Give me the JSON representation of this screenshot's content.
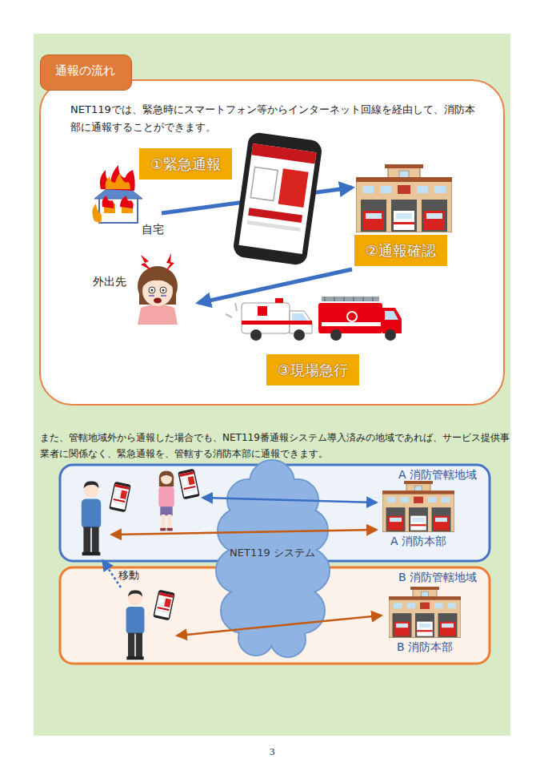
{
  "diagram": {
    "title": "通報の流れ",
    "nodes": [
      {
        "text": [
          "NET119では、緊急時にスマートフォン等からインターネット回線を経由して、消防本部に通報することができます。"
        ]
      },
      {
        "text": [
          "①緊急通報"
        ],
        "in": 0
      },
      {
        "text": [
          "②通報確認"
        ],
        "in": 0
      },
      {
        "text": [
          "③現場急行"
        ],
        "in": 0
      },
      {
        "text": [
          "A 消防管轄地域"
        ]
      },
      {
        "text": [
          "B 消防管轄地域"
        ]
      },
      {
        "text": [
          "NET119 システム"
        ]
      }
    ],
    "labels": [
      "自宅",
      "外出先",
      "また、管轄地域外から通報した場合でも、NET119番通報システム導入済みの地域であれば、サービス提供事業者に関係なく、緊急通報を、管轄する消防本部に通報できます。",
      "A 消防本部",
      "移動",
      "B 消防本部",
      "3"
    ]
  }
}
